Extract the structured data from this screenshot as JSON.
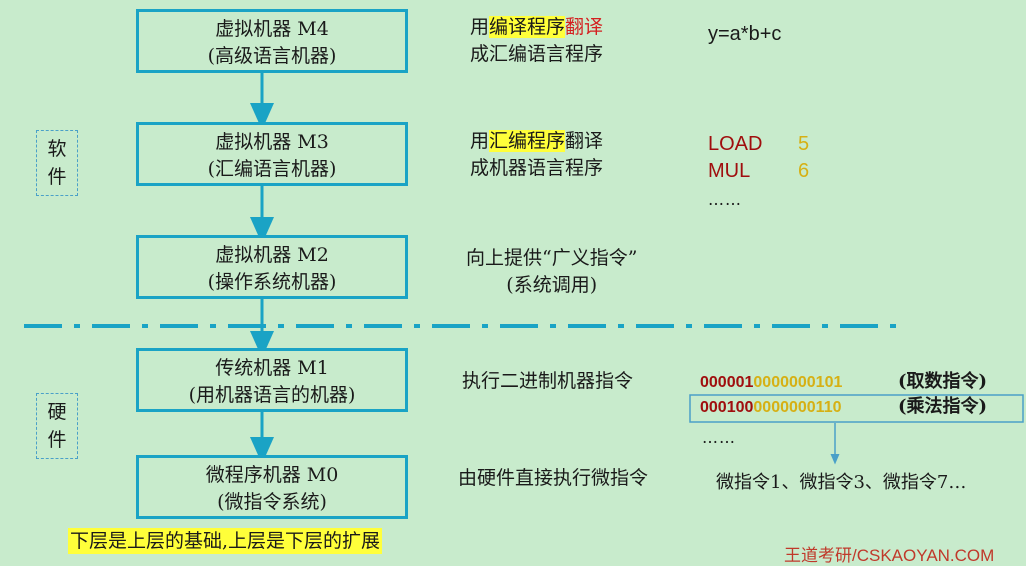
{
  "levels": [
    {
      "name": "虚拟机器 M4",
      "sub": "(高级语言机器)"
    },
    {
      "name": "虚拟机器 M3",
      "sub": "(汇编语言机器)"
    },
    {
      "name": "虚拟机器 M2",
      "sub": "(操作系统机器)"
    },
    {
      "name": "传统机器 M1",
      "sub": "(用机器语言的机器)"
    },
    {
      "name": "微程序机器 M0",
      "sub": "(微指令系统)"
    }
  ],
  "descriptions": {
    "m4": {
      "prefix": "用",
      "highlight": "编译程序",
      "red": "翻译",
      "line2": "成汇编语言程序"
    },
    "m3": {
      "prefix": "用",
      "highlight": "汇编程序",
      "suffix": "翻译",
      "line2": "成机器语言程序"
    },
    "m2": {
      "line1": "向上提供“广义指令”",
      "line2": "(系统调用)"
    },
    "m1": {
      "line1": "执行二进制机器指令"
    },
    "m0": {
      "line1": "由硬件直接执行微指令"
    }
  },
  "examples": {
    "high_level": "y=a*b+c",
    "asm": [
      {
        "op": "LOAD",
        "arg": "5"
      },
      {
        "op": "MUL",
        "arg": "6"
      }
    ],
    "asm_ellipsis": "……",
    "binary": [
      {
        "opcode": "000001",
        "address": "0000000101",
        "note": "(取数指令)"
      },
      {
        "opcode": "000100",
        "address": "0000000110",
        "note": "(乘法指令)"
      }
    ],
    "binary_ellipsis": "……",
    "micro": "微指令1、微指令3、微指令7…"
  },
  "side_labels": {
    "software": [
      "软",
      "件"
    ],
    "hardware": [
      "硬",
      "件"
    ]
  },
  "bottom_note": "下层是上层的基础,上层是下层的扩展",
  "watermark": "王道考研/CSKAOYAN.COM",
  "colors": {
    "background": "#c8ebcc",
    "box_border": "#1aa3c5",
    "highlight": "#ffff3a",
    "opcode": "#a00e0e",
    "address": "#d6b014"
  }
}
